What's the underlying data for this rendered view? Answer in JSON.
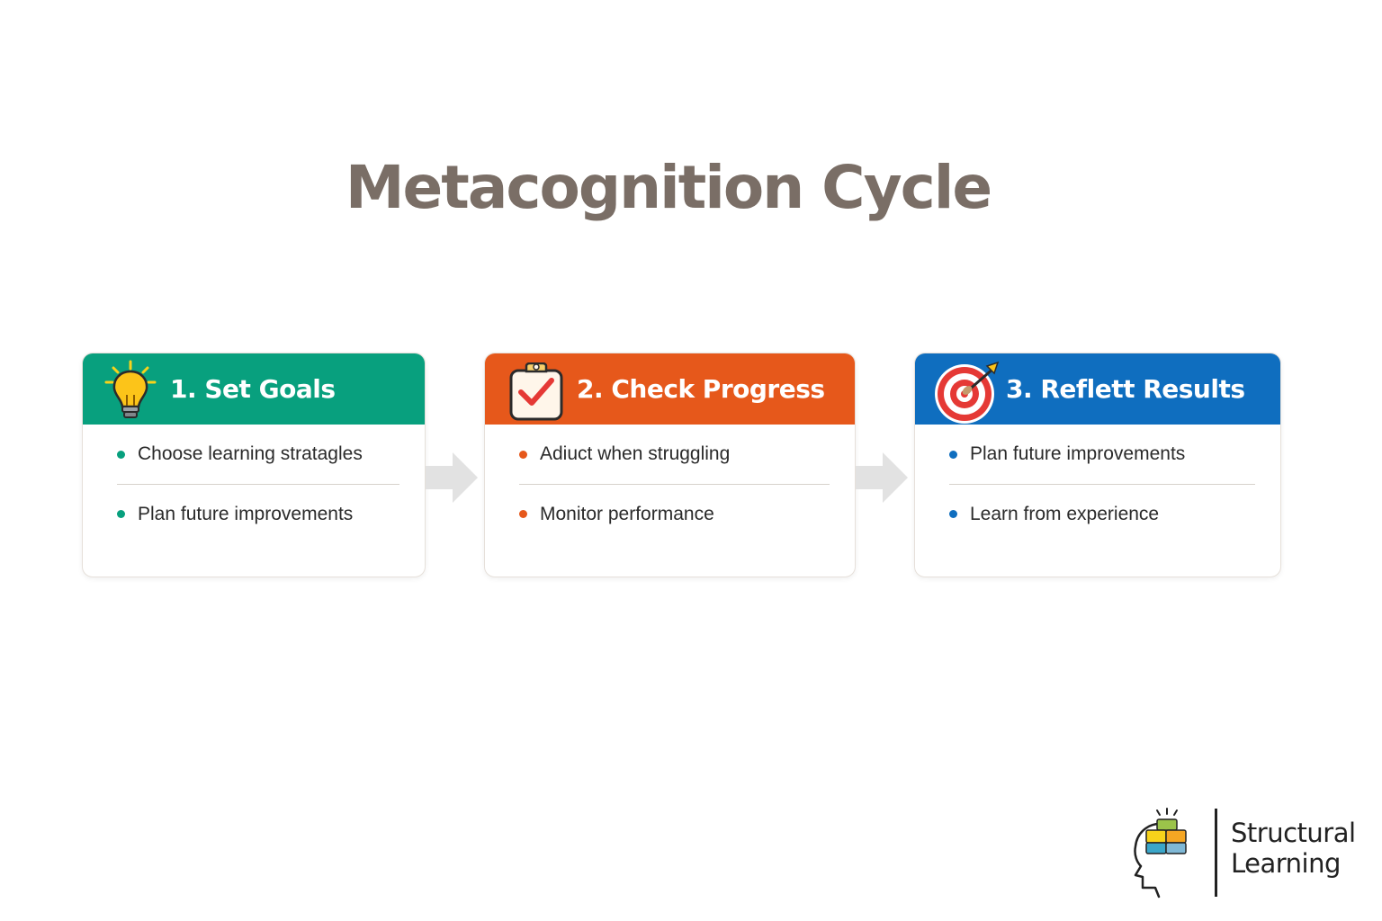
{
  "title": "Metacognition Cycle",
  "colors": {
    "title": "#7a6e66",
    "step1": "#08a07e",
    "step2": "#e6581b",
    "step3": "#0f6ebf",
    "arrow": "#e2e2e2"
  },
  "steps": [
    {
      "title": "1. Set Goals",
      "icon": "lightbulb-icon",
      "items": [
        "Choose learning stratagles",
        "Plan future improvements"
      ]
    },
    {
      "title": "2. Check Progress",
      "icon": "clipboard-check-icon",
      "items": [
        "Adiuct when struggling",
        "Monitor performance"
      ]
    },
    {
      "title": "3. Reflett Results",
      "icon": "target-icon",
      "items": [
        "Plan future improvements",
        "Learn from experience"
      ]
    }
  ],
  "logo": {
    "line1": "Structural",
    "line2": "Learning"
  }
}
